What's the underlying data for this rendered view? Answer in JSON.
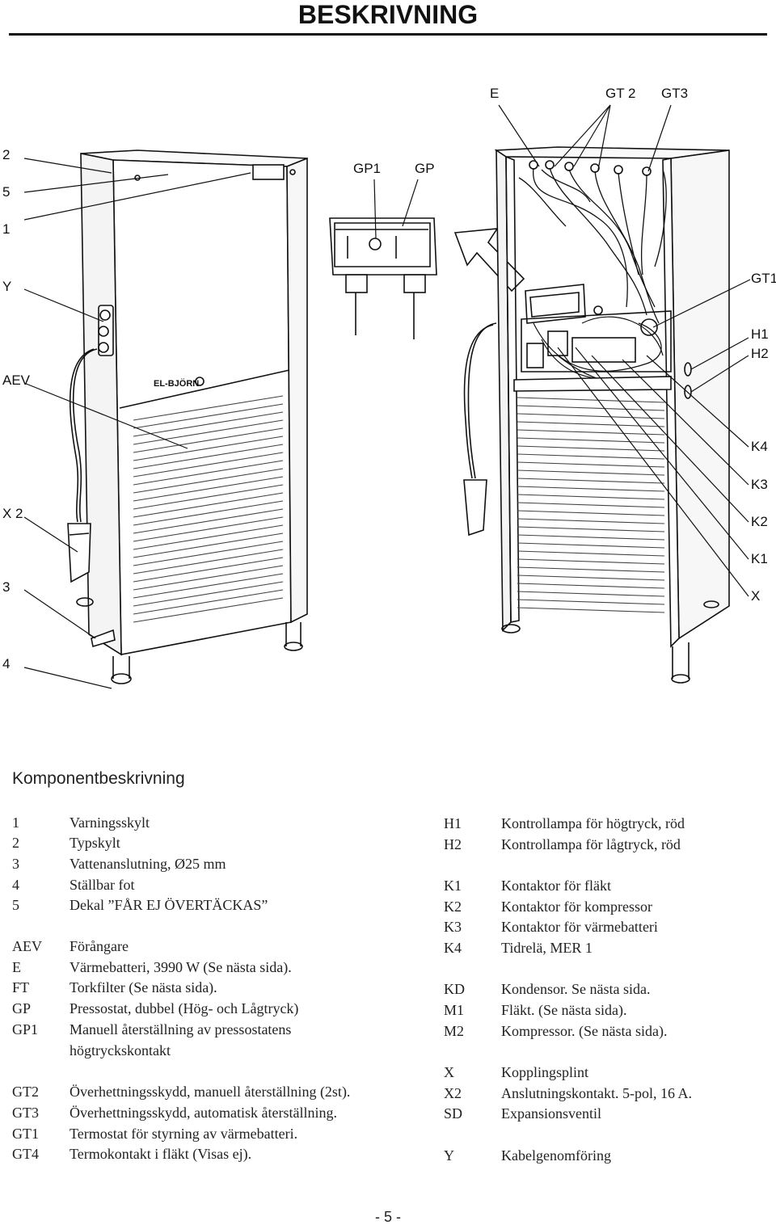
{
  "header": {
    "title": "BESKRIVNING"
  },
  "callouts": {
    "left": [
      "2",
      "5",
      "1",
      "Y",
      "AEV",
      "X 2",
      "3",
      "4"
    ],
    "top_right": [
      "E",
      "GT 2",
      "GT3"
    ],
    "pressostat": [
      "GP1",
      "GP"
    ],
    "right": [
      "GT1",
      "H1",
      "H2",
      "K4",
      "K3",
      "K2",
      "K1",
      "X"
    ]
  },
  "device_labels": {
    "brand": "EL-BJÖRN"
  },
  "section": {
    "heading": "Komponentbeskrivning"
  },
  "legend_left": [
    {
      "code": "1",
      "text": "Varningsskylt"
    },
    {
      "code": "2",
      "text": "Typskylt"
    },
    {
      "code": "3",
      "text": "Vattenanslutning, Ø25 mm"
    },
    {
      "code": "4",
      "text": "Ställbar fot"
    },
    {
      "code": "5",
      "text": "Dekal ”FÅR EJ ÖVERTÄCKAS”"
    },
    {
      "code": "AEV",
      "text": "Förångare"
    },
    {
      "code": "E",
      "text": "Värmebatteri, 3990 W (Se nästa sida)."
    },
    {
      "code": "FT",
      "text": "Torkfilter (Se nästa sida)."
    },
    {
      "code": "GP",
      "text": "Pressostat, dubbel (Hög- och Lågtryck)"
    },
    {
      "code": "GP1",
      "text": "Manuell återställning av pressostatens"
    },
    {
      "code": "",
      "text": "högtryckskontakt"
    },
    {
      "code": "GT2",
      "text": "Överhettningsskydd, manuell återställning (2st)."
    },
    {
      "code": "GT3",
      "text": "Överhettningsskydd, automatisk återställning."
    },
    {
      "code": "GT1",
      "text": "Termostat för styrning av värmebatteri."
    },
    {
      "code": "GT4",
      "text": "Termokontakt i fläkt (Visas ej)."
    }
  ],
  "legend_right": [
    {
      "code": "H1",
      "text": "Kontrollampa för högtryck, röd"
    },
    {
      "code": "H2",
      "text": "Kontrollampa för lågtryck, röd"
    },
    {
      "code": "K1",
      "text": "Kontaktor för fläkt"
    },
    {
      "code": "K2",
      "text": "Kontaktor för kompressor"
    },
    {
      "code": "K3",
      "text": "Kontaktor för värmebatteri"
    },
    {
      "code": "K4",
      "text": "Tidrelä, MER 1"
    },
    {
      "code": "KD",
      "text": "Kondensor. Se nästa sida."
    },
    {
      "code": "M1",
      "text": "Fläkt. (Se nästa sida)."
    },
    {
      "code": "M2",
      "text": "Kompressor. (Se nästa sida)."
    },
    {
      "code": "X",
      "text": "Kopplingsplint"
    },
    {
      "code": "X2",
      "text": "Anslutningskontakt. 5-pol, 16 A."
    },
    {
      "code": "SD",
      "text": "Expansionsventil"
    },
    {
      "code": "Y",
      "text": "Kabelgenomföring"
    }
  ],
  "footer": {
    "page_number": "- 5 -"
  }
}
